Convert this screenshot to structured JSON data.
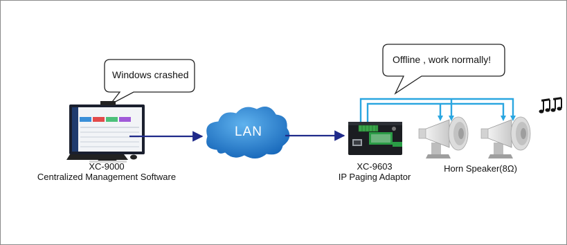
{
  "computer": {
    "callout": "Windows crashed",
    "model": "XC-9000",
    "description": "Centralized Management Software"
  },
  "network": {
    "label": "LAN"
  },
  "adaptor": {
    "callout": "Offline , work normally!",
    "model": "XC-9603",
    "description": "IP Paging Adaptor"
  },
  "speakers": {
    "label": "Horn Speaker(8Ω)"
  },
  "colors": {
    "link_arrow": "#1f2a8a",
    "audio_line": "#2aa6e0",
    "cloud": "#1e78c8",
    "speaker_body": "#e8e8e8"
  },
  "icons": [
    "computer-icon",
    "cloud-icon",
    "adaptor-device-icon",
    "horn-speaker-icon",
    "music-notes-icon"
  ]
}
